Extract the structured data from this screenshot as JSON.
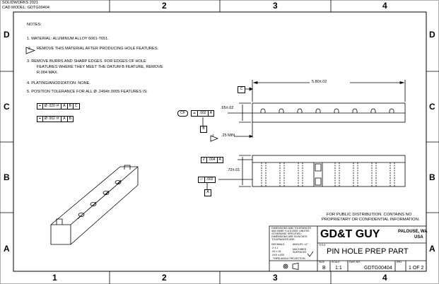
{
  "header": {
    "software": "SOLIDWORKS 2021",
    "cad_model": "CAD MODEL: GDTG00404"
  },
  "zones": {
    "top": [
      "2",
      "3",
      "4"
    ],
    "bottom": [
      "1",
      "2",
      "3",
      "4"
    ],
    "left": [
      "D",
      "C",
      "B",
      "A"
    ],
    "right": [
      "D",
      "C",
      "B",
      "A"
    ]
  },
  "notes": {
    "title": "NOTES:",
    "n1": "1.   MATERIAL: ALUMINUM ALLOY 6061-T651.",
    "n2_flag": "2",
    "n2": "REMOVE THIS MATERIAL AFTER PRODUCING HOLE FEATURES.",
    "n3_line1": "3.   REMOVE BURRS AND SHARP EDGES.  FOR EDGES OF HOLE",
    "n3_line2": "FEATURES WHERE THEY MEET THE DATUM B FEATURE, REMOVE",
    "n3_line3": "R.004 MAX.",
    "n4": "4.   PLATING/ANODIZATION: NONE.",
    "n5": "5.   POSITION TOLERANCE FOR ALL  Ø .2494±.0005 FEATURES IS:",
    "fcf1": [
      "⌖",
      "Ø .020 Ⓜ",
      "A",
      "B",
      "C"
    ],
    "fcf2": [
      "⌖",
      "Ø .002 Ⓜ",
      "A",
      "B"
    ]
  },
  "top_view": {
    "datum_c": "C",
    "dim_length": "5.80±.02",
    "dim_height": ".65±.02",
    "cf_label": "CF",
    "profile_tol": ".002",
    "profile_datum": "A",
    "datum_b": "B",
    "flag": "2",
    "min_dim": ".25 MIN"
  },
  "front_view": {
    "parallel_tol": ".004",
    "parallel_datum": "A",
    "dim_height": ".72±.01",
    "flatness_tol": ".002",
    "datum_a": "A"
  },
  "distribution": {
    "line1": "FOR PUBLIC DISTRIBUTION.  CONTAINS NO",
    "line2": "PROPRIETARY OR CONFIDENTIAL INFORMATION."
  },
  "title_block": {
    "spec1": "DIMENSIONS AND TOLERANCES",
    "spec2": "IAW ASME Y14.5-2009. UNLESS",
    "spec3": "OTHERWISE SPECIFIED,",
    "spec4": "DIMENSIONS ARE IN INCHES.",
    "spec5": "TOLERANCES ARE:",
    "dec_label": "DECIMALS",
    "ang_label": "ANGLES: ±1°",
    "dec1": ".X   ±.1",
    "dec2": ".XX  ±.01",
    "dec3": ".XXX ±.005",
    "machined": "MACHINED",
    "surfaces": "SURFACES",
    "third_angle": "THIRD ANGLE PROJECTION",
    "company": "GD&T GUY",
    "location1": "PALOUSE, WA",
    "location2": "USA",
    "title_label": "TITLE",
    "title": "PIN HOLE PREP PART",
    "size_label": "SIZE",
    "size": "B",
    "scale_label": "SCALE",
    "scale": "1:1",
    "dwg_label": "DWG NO.",
    "dwg_no": "GDTG00404",
    "rev_label": "REV",
    "sheet": "1 OF 2"
  }
}
